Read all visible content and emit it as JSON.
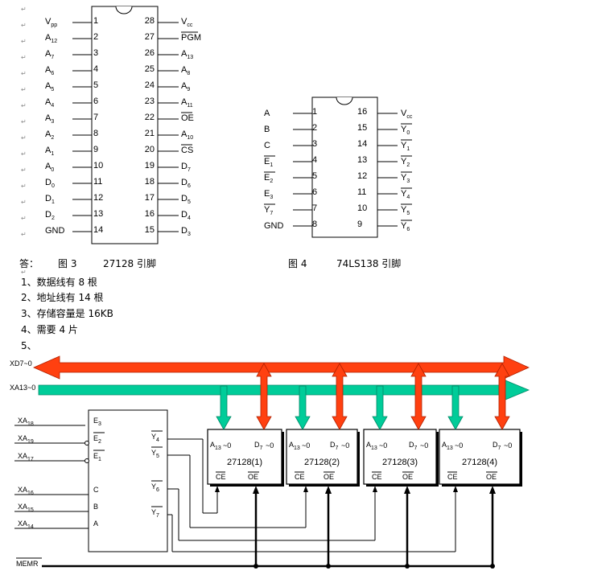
{
  "chip27128": {
    "left_pins": [
      {
        "label": "Vpp",
        "num": "1"
      },
      {
        "label": "A12",
        "num": "2"
      },
      {
        "label": "A7",
        "num": "3"
      },
      {
        "label": "A6",
        "num": "4"
      },
      {
        "label": "A5",
        "num": "5"
      },
      {
        "label": "A4",
        "num": "6"
      },
      {
        "label": "A3",
        "num": "7"
      },
      {
        "label": "A2",
        "num": "8"
      },
      {
        "label": "A1",
        "num": "9"
      },
      {
        "label": "A0",
        "num": "10"
      },
      {
        "label": "D0",
        "num": "11"
      },
      {
        "label": "D1",
        "num": "12"
      },
      {
        "label": "D2",
        "num": "13"
      },
      {
        "label": "GND",
        "num": "14"
      }
    ],
    "right_pins": [
      {
        "label": "Vcc",
        "num": "28"
      },
      {
        "label": "PGM",
        "num": "27"
      },
      {
        "label": "A13",
        "num": "26"
      },
      {
        "label": "A8",
        "num": "25"
      },
      {
        "label": "A9",
        "num": "24"
      },
      {
        "label": "A11",
        "num": "23"
      },
      {
        "label": "OE",
        "num": "22"
      },
      {
        "label": "A10",
        "num": "21"
      },
      {
        "label": "CS",
        "num": "20"
      },
      {
        "label": "D7",
        "num": "19"
      },
      {
        "label": "D6",
        "num": "18"
      },
      {
        "label": "D5",
        "num": "17"
      },
      {
        "label": "D4",
        "num": "16"
      },
      {
        "label": "D3",
        "num": "15"
      }
    ]
  },
  "chip74ls138": {
    "left_pins": [
      {
        "label": "A",
        "num": "1"
      },
      {
        "label": "B",
        "num": "2"
      },
      {
        "label": "C",
        "num": "3"
      },
      {
        "label": "E1",
        "num": "4"
      },
      {
        "label": "E2",
        "num": "5"
      },
      {
        "label": "E3",
        "num": "6"
      },
      {
        "label": "Y7",
        "num": "7"
      },
      {
        "label": "GND",
        "num": "8"
      }
    ],
    "right_pins": [
      {
        "label": "Vcc",
        "num": "16"
      },
      {
        "label": "Y0",
        "num": "15"
      },
      {
        "label": "Y1",
        "num": "14"
      },
      {
        "label": "Y2",
        "num": "13"
      },
      {
        "label": "Y3",
        "num": "12"
      },
      {
        "label": "Y4",
        "num": "11"
      },
      {
        "label": "Y5",
        "num": "10"
      },
      {
        "label": "Y6",
        "num": "9"
      }
    ]
  },
  "captions": {
    "answer_prefix": "答：",
    "fig3": "图 3",
    "fig3_title": "27128 引脚",
    "fig4": "图 4",
    "fig4_title": "74LS138 引脚"
  },
  "answers": [
    "1、数据线有 8 根",
    "2、地址线有 14 根",
    "3、存储容量是 16KB",
    "4、需要 4 片",
    "5、"
  ],
  "circuit": {
    "data_bus": "XD7~0",
    "addr_bus": "XA13~0",
    "decoder_inputs": [
      "XA18",
      "XA19",
      "XA17",
      "XA16",
      "XA15",
      "XA14"
    ],
    "decoder_in_pins": [
      "E3",
      "E2",
      "E1",
      "C",
      "B",
      "A"
    ],
    "decoder_out_pins": [
      "Y4",
      "Y5",
      "Y6",
      "Y7"
    ],
    "memr": "MEMR",
    "chips": [
      {
        "name": "27128(1)",
        "addr": "A13~0",
        "data": "D7~0",
        "ce": "CE",
        "oe": "OE"
      },
      {
        "name": "27128(2)",
        "addr": "A13~0",
        "data": "D7~0",
        "ce": "CE",
        "oe": "OE"
      },
      {
        "name": "27128(3)",
        "addr": "A13~0",
        "data": "D7~0",
        "ce": "CE",
        "oe": "OE"
      },
      {
        "name": "27128(4)",
        "addr": "A13~0",
        "data": "D7~0",
        "ce": "CE",
        "oe": "OE"
      }
    ]
  },
  "colors": {
    "data_bus": "#ff4010",
    "addr_bus": "#00cc99"
  }
}
